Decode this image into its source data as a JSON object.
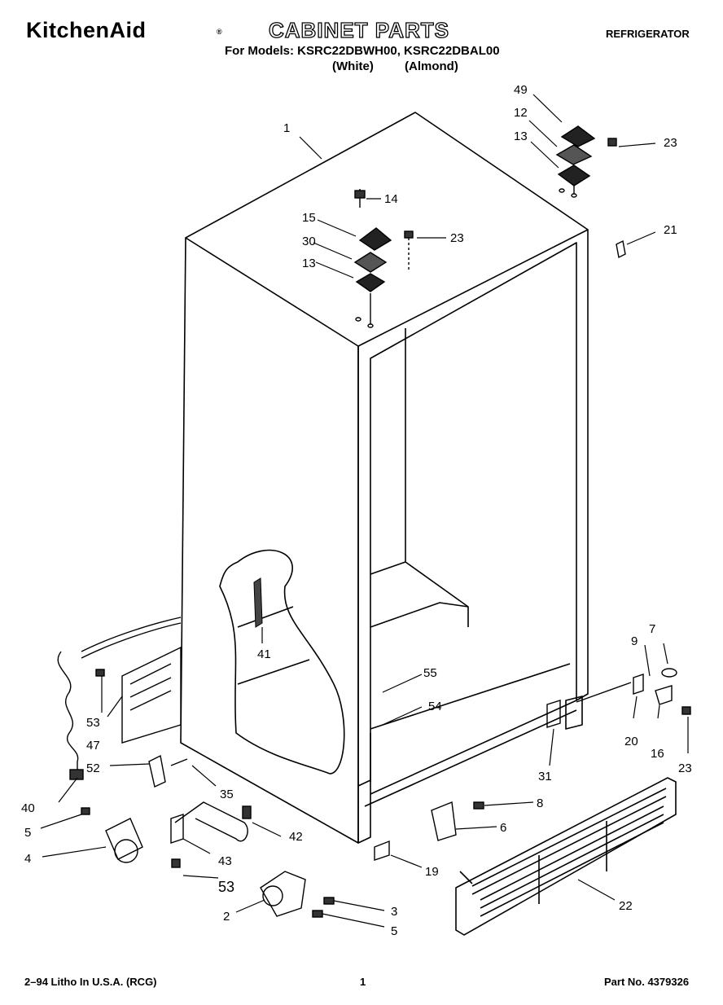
{
  "header": {
    "brand": "KitchenAid",
    "brand_mark": "®",
    "title": "CABINET PARTS",
    "category": "REFRIGERATOR",
    "models_line": "For Models: KSRC22DBWH00, KSRC22DBAL00",
    "finish_white": "(White)",
    "finish_almond": "(Almond)"
  },
  "callouts": {
    "c1": "1",
    "c2": "2",
    "c3": "3",
    "c4": "4",
    "c5a": "5",
    "c5b": "5",
    "c6": "6",
    "c7": "7",
    "c8": "8",
    "c9": "9",
    "c12": "12",
    "c13a": "13",
    "c13b": "13",
    "c14": "14",
    "c15": "15",
    "c16": "16",
    "c19": "19",
    "c20": "20",
    "c21": "21",
    "c22": "22",
    "c23a": "23",
    "c23b": "23",
    "c23c": "23",
    "c30": "30",
    "c31": "31",
    "c35": "35",
    "c40": "40",
    "c41": "41",
    "c42": "42",
    "c43": "43",
    "c47": "47",
    "c49": "49",
    "c52": "52",
    "c53a": "53",
    "c53b": "53",
    "c54": "54",
    "c55": "55"
  },
  "footer": {
    "print_info": "2–94 Litho In U.S.A. (RCG)",
    "page": "1",
    "part_no": "Part No. 4379326"
  }
}
